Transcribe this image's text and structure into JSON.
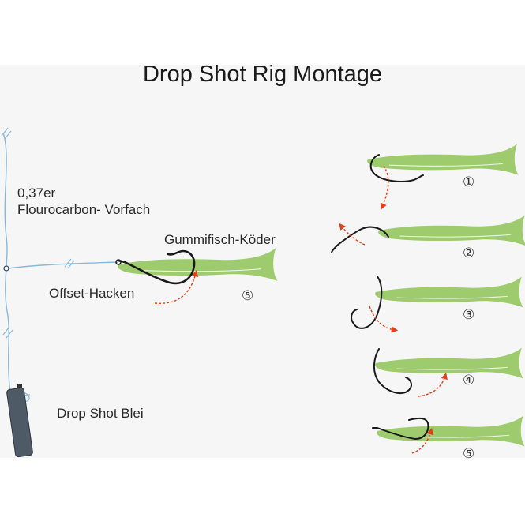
{
  "title": "Drop Shot Rig Montage",
  "labels": {
    "leader_line1": "0,37er",
    "leader_line2": "Flourocarbon- Vorfach",
    "bait": "Gummifisch-Köder",
    "hook": "Offset-Hacken",
    "weight": "Drop Shot Blei"
  },
  "steps": [
    "①",
    "②",
    "③",
    "④",
    "⑤"
  ],
  "main_step": "⑤",
  "colors": {
    "bait_fill": "#9dcb6e",
    "line": "#8ab8d8",
    "hook": "#1a1a1a",
    "arrow": "#e0401a",
    "weight": "#4e5a66",
    "panel": "#f6f6f6"
  }
}
